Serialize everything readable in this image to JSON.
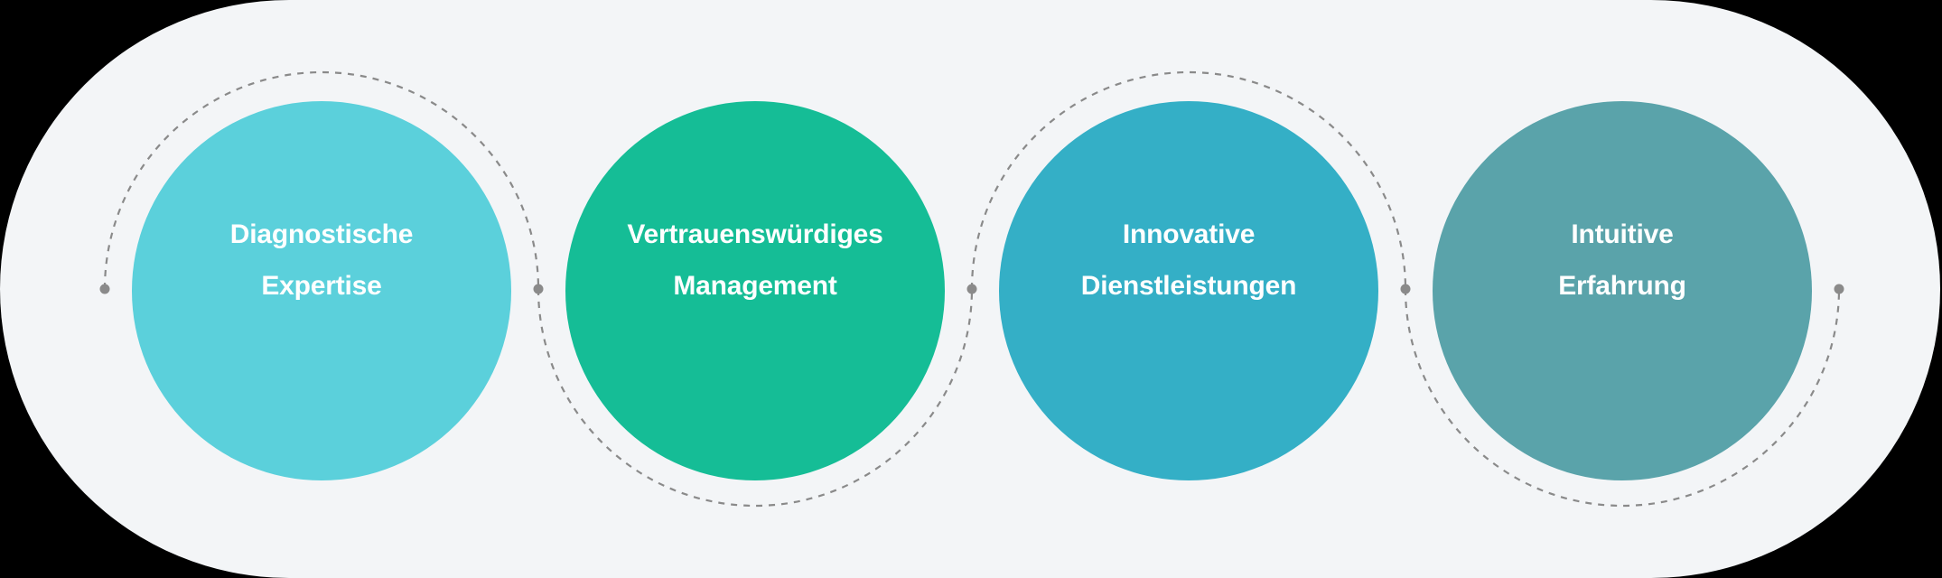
{
  "diagram": {
    "type": "process-steps",
    "background_color": "#f3f5f7",
    "connector_color": "#8a8a8a",
    "steps": [
      {
        "line1": "Diagnostische",
        "line2": "Expertise",
        "color": "#5bd0db"
      },
      {
        "line1": "Vertrauenswürdiges",
        "line2": "Management",
        "color": "#15bd96"
      },
      {
        "line1": "Innovative",
        "line2": "Dienstleistungen",
        "color": "#34afc6"
      },
      {
        "line1": "Intuitive",
        "line2": "Erfahrung",
        "color": "#5aa3aa"
      }
    ]
  }
}
